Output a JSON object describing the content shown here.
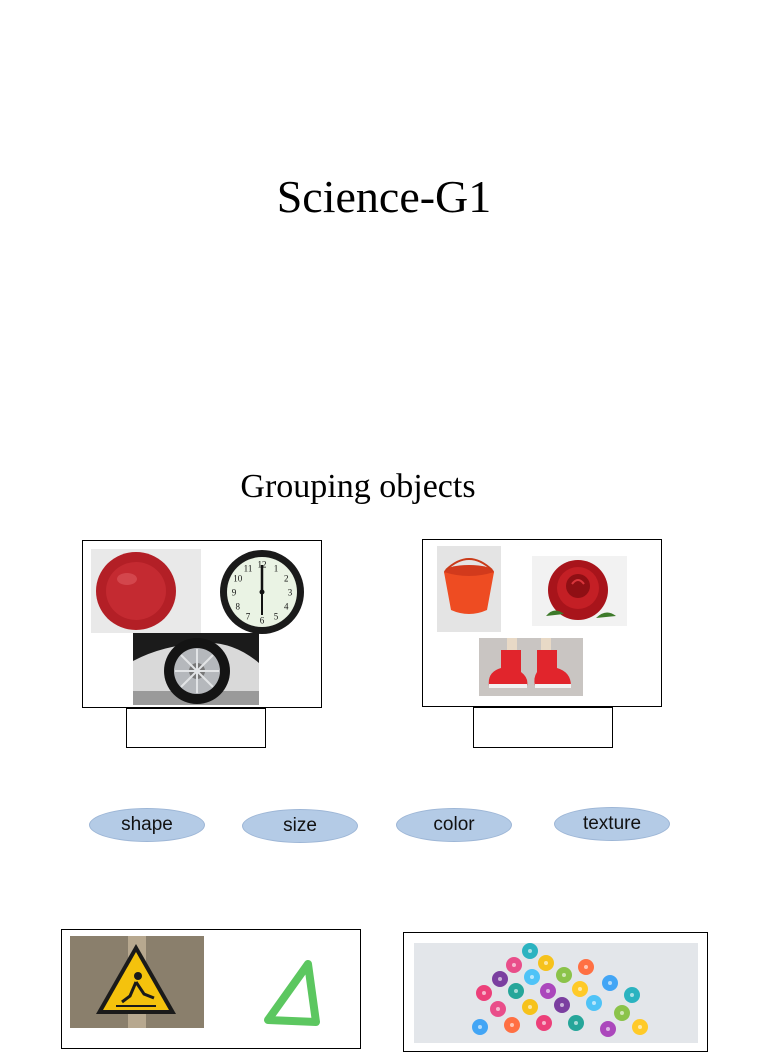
{
  "slide": {
    "title": "Science-G1",
    "subtitle": "Grouping objects"
  },
  "group_one": {
    "pictures": [
      "red-plate",
      "wall-clock",
      "car-wheel"
    ],
    "answer_value": ""
  },
  "group_two": {
    "pictures": [
      "red-bucket",
      "red-rose",
      "red-sneakers"
    ],
    "answer_value": ""
  },
  "options": [
    {
      "label": "shape"
    },
    {
      "label": "size"
    },
    {
      "label": "color"
    },
    {
      "label": "texture"
    }
  ],
  "group_three": {
    "pictures": [
      "wet-floor-sign",
      "green-triangle-ruler"
    ]
  },
  "group_four": {
    "pictures": [
      "colorful-buttons"
    ]
  },
  "colors": {
    "pill_fill": "#b4cbe6",
    "accent_red": "#c0262d",
    "sign_yellow": "#f4c20d",
    "ruler_green": "#5cc760"
  },
  "clock": {
    "numbers": [
      "12",
      "1",
      "2",
      "3",
      "4",
      "5",
      "6",
      "7",
      "8",
      "9",
      "10",
      "11"
    ]
  }
}
